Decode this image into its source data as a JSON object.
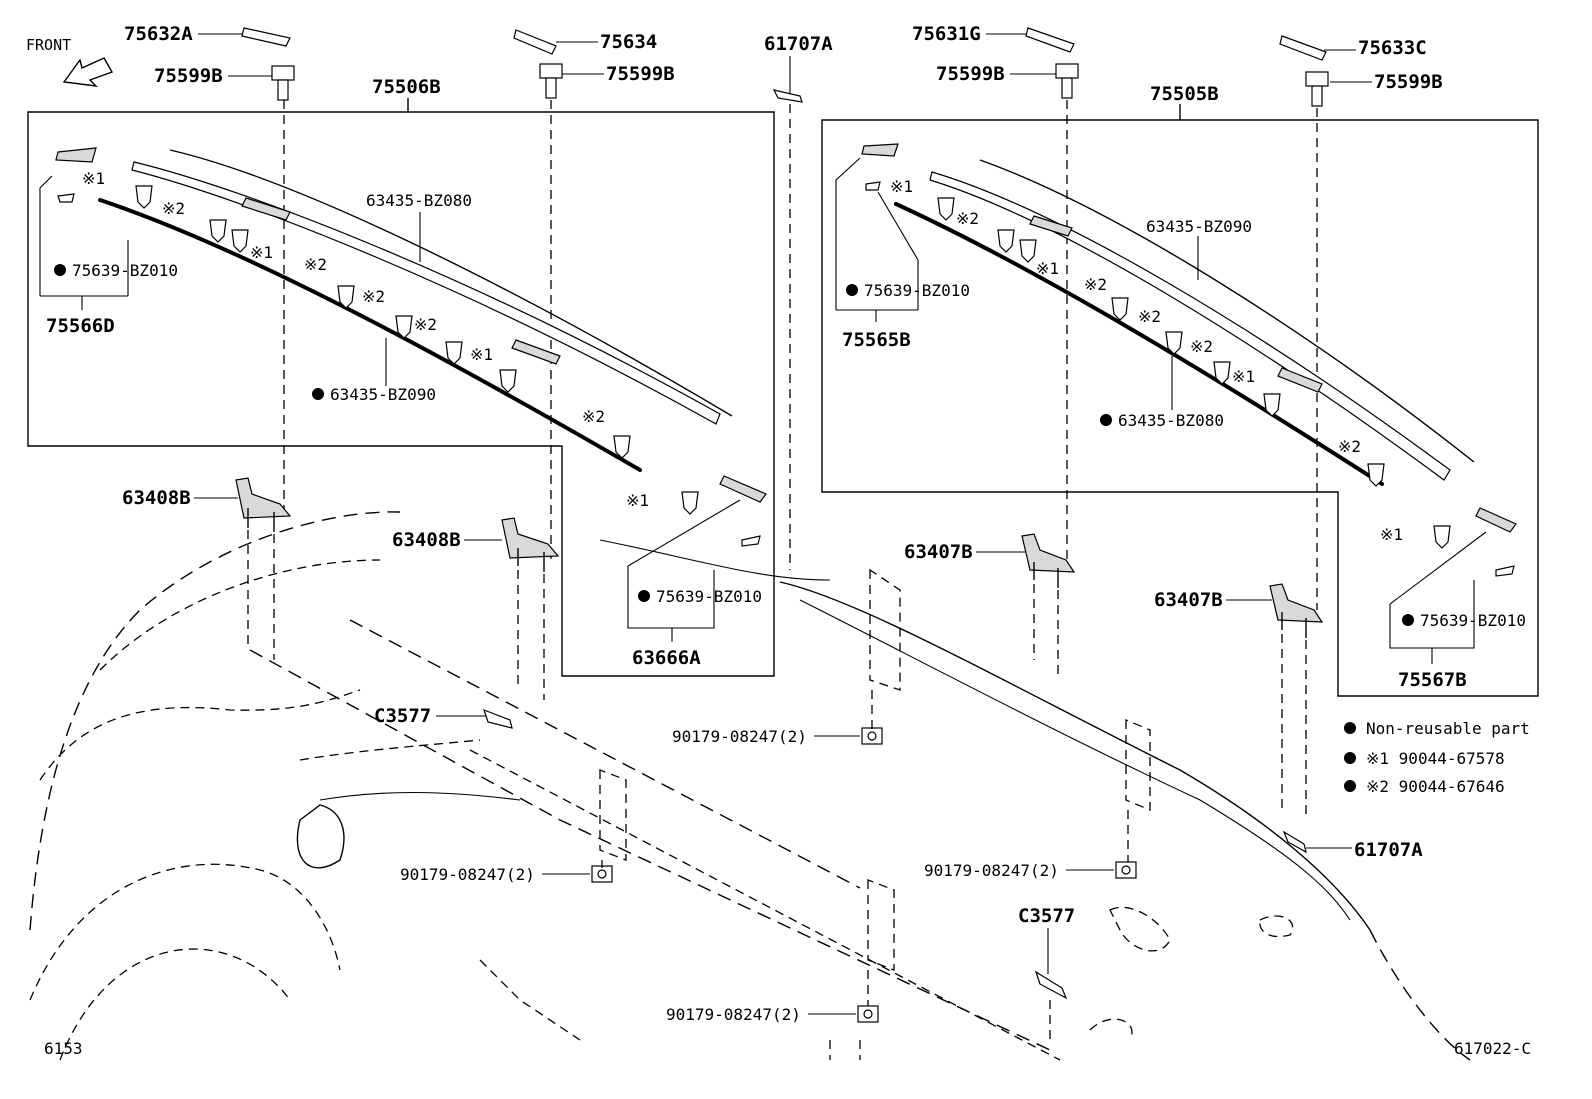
{
  "diagram": {
    "front_label": "FRONT",
    "footer_left": "6153",
    "footer_right": "617022-C",
    "labels": {
      "p75632A": "75632A",
      "p75634": "75634",
      "p61707A_top": "61707A",
      "p75631G": "75631G",
      "p75633C": "75633C",
      "p75599B_1": "75599B",
      "p75599B_2": "75599B",
      "p75599B_3": "75599B",
      "p75599B_4": "75599B",
      "p75506B": "75506B",
      "p75505B": "75505B",
      "p75566D": "75566D",
      "p75565B": "75565B",
      "p63666A": "63666A",
      "p75567B": "75567B",
      "p63408B_1": "63408B",
      "p63408B_2": "63408B",
      "p63407B_1": "63407B",
      "p63407B_2": "63407B",
      "pC3577_1": "C3577",
      "pC3577_2": "C3577",
      "p61707A_bottom": "61707A",
      "p90179_1": "90179-08247(2)",
      "p90179_2": "90179-08247(2)",
      "p90179_3": "90179-08247(2)",
      "p90179_4": "90179-08247(2)",
      "r63435BZ080_L": "63435-BZ080",
      "r63435BZ090_L": "63435-BZ090",
      "r63435BZ090_R": "63435-BZ090",
      "r63435BZ080_R": "63435-BZ080",
      "r75639_1": "75639-BZ010",
      "r75639_2": "75639-BZ010",
      "r75639_3": "75639-BZ010",
      "r75639_4": "75639-BZ010"
    },
    "clip_marks": {
      "m1": "※1",
      "m2": "※2"
    },
    "legend": [
      {
        "text": "Non-reusable part"
      },
      {
        "text": "※1 90044-67578"
      },
      {
        "text": "※2 90044-67646"
      }
    ]
  }
}
